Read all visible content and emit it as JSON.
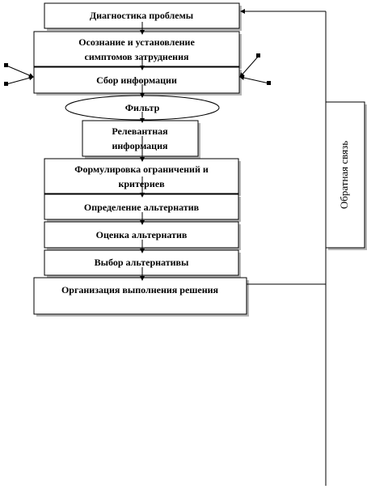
{
  "diagram": {
    "steps": {
      "diagnosis": "Диагностика проблемы",
      "awareness_line1": "Осознание и установление",
      "awareness_line2": "симптомов затруднения",
      "info_collection": "Сбор информации",
      "filter": "Фильтр",
      "relevant_line1": "Релевантная",
      "relevant_line2": "информация",
      "constraints_line1": "Формулировка ограничений и",
      "constraints_line2": "критериев",
      "alternatives_definition": "Определение альтернатив",
      "alternatives_evaluation": "Оценка альтернатив",
      "alternative_choice": "Выбор альтернативы",
      "implementation": "Организация выполнения решения"
    },
    "feedback_label": "Обратная связь"
  }
}
